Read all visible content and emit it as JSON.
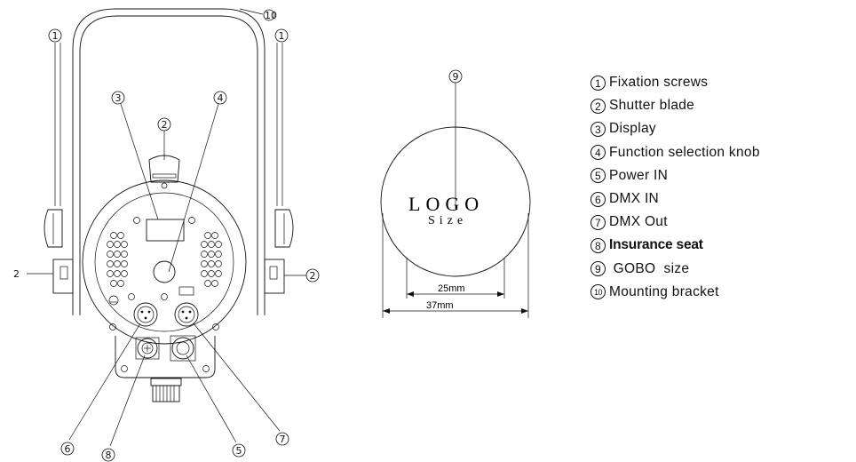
{
  "fixture": {
    "callouts": {
      "fixation_left": "1",
      "fixation_right": "1",
      "shutter": "2",
      "display": "3",
      "knob": "4",
      "power_in": "5",
      "dmx_in": "6",
      "dmx_out": "7",
      "insurance_seat": "8",
      "bracket": "10",
      "side_left": "2",
      "side_right": "2"
    }
  },
  "gobo": {
    "callout": "9",
    "logo_text": "LOGO",
    "size_text": "Size",
    "inner_dim": "25mm",
    "outer_dim": "37mm"
  },
  "legend": [
    {
      "num": "1",
      "label": "Fixation screws"
    },
    {
      "num": "2",
      "label": "Shutter blade"
    },
    {
      "num": "3",
      "label": "Display"
    },
    {
      "num": "4",
      "label": "Function selection knob"
    },
    {
      "num": "5",
      "label": "Power IN"
    },
    {
      "num": "6",
      "label": "DMX  IN"
    },
    {
      "num": "7",
      "label": "DMX Out"
    },
    {
      "num": "8",
      "label": "Insurance seat",
      "bold": true
    },
    {
      "num": "9",
      "label": " GOBO  size"
    },
    {
      "num": "10",
      "label": "Mounting bracket"
    }
  ]
}
